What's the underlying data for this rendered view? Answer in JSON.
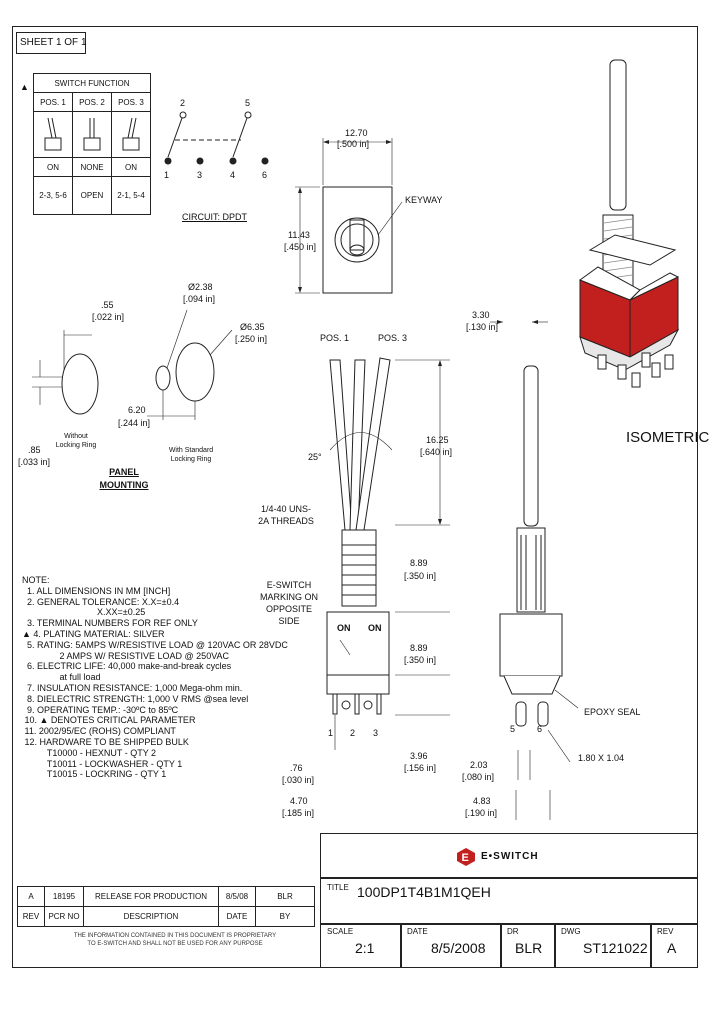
{
  "sheet": "SHEET 1 OF 1",
  "switch_function": {
    "marker": "▲",
    "title": "SWITCH FUNCTION",
    "headers": [
      "POS. 1",
      "POS. 2",
      "POS. 3"
    ],
    "states": [
      "ON",
      "NONE",
      "ON"
    ],
    "connections": [
      "2-3, 5-6",
      "OPEN",
      "2-1, 5-4"
    ]
  },
  "circuit": {
    "pins_top": [
      "2",
      "5"
    ],
    "pins_bottom": [
      "1",
      "3",
      "4",
      "6"
    ],
    "label": "CIRCUIT: DPDT"
  },
  "top_view": {
    "width_mm": "12.70",
    "width_in": "[.500 in]",
    "height_mm": "11.43",
    "height_in": "[.450 in]",
    "keyway": "KEYWAY"
  },
  "isometric_label": "ISOMETRIC",
  "panel": {
    "d1_mm": ".55",
    "d1_in": "[.022 in]",
    "d2_mm": ".85",
    "d2_in": "[.033 in]",
    "without_ring": "Without Locking Ring",
    "hole_small_mm": "Ø2.38",
    "hole_small_in": "[.094 in]",
    "hole_large_mm": "Ø6.35",
    "hole_large_in": "[.250 in]",
    "offset_mm": "6.20",
    "offset_in": "[.244 in]",
    "with_ring": "With Standard Locking Ring",
    "title": "PANEL MOUNTING"
  },
  "front_view": {
    "pos1": "POS. 1",
    "pos3": "POS. 3",
    "angle": "25°",
    "thread": "1/4-40 UNS-2A THREADS",
    "marking": "E-SWITCH MARKING ON OPPOSITE SIDE",
    "on_left": "ON",
    "on_right": "ON",
    "pins": [
      "1",
      "2",
      "3"
    ],
    "lever_mm": "16.25",
    "lever_in": "[.640 in]",
    "bushing_mm": "8.89",
    "bushing_in": "[.350 in]",
    "body_mm": "8.89",
    "body_in": "[.350 in]",
    "term_mm": "3.96",
    "term_in": "[.156 in]",
    "pitch_mm": ".76",
    "pitch_in": "[.030 in]",
    "span_mm": "4.70",
    "span_in": "[.185 in]"
  },
  "side_view": {
    "lever_dia_mm": "3.30",
    "lever_dia_in": "[.130 in]",
    "epoxy": "EPOXY SEAL",
    "term_size": "1.80 X 1.04",
    "pins": [
      "5",
      "6"
    ],
    "t1_mm": "2.03",
    "t1_in": "[.080 in]",
    "t2_mm": "4.83",
    "t2_in": "[.190 in]"
  },
  "notes": [
    "NOTE:",
    "  1. ALL DIMENSIONS IN MM [INCH]",
    "  2. GENERAL TOLERANCE: X.X=±0.4",
    "                              X.XX=±0.25",
    "  3. TERMINAL NUMBERS FOR REF ONLY",
    "▲ 4. PLATING MATERIAL: SILVER",
    "  5. RATING: 5AMPS W/RESISTIVE LOAD @ 120VAC OR 28VDC",
    "               2 AMPS W/ RESISTIVE LOAD @ 250VAC",
    "  6. ELECTRIC LIFE: 40,000 make-and-break cycles",
    "               at full load",
    "  7. INSULATION RESISTANCE: 1,000 Mega-ohm min.",
    "  8. DIELECTRIC STRENGTH: 1,000 V RMS @sea level",
    "  9. OPERATING TEMP.: -30ºC to 85ºC",
    " 10. ▲ DENOTES CRITICAL PARAMETER",
    " 11. 2002/95/EC (ROHS) COMPLIANT",
    " 12. HARDWARE TO BE SHIPPED BULK",
    "          T10000 - HEXNUT - QTY 2",
    "          T10011 - LOCKWASHER - QTY 1",
    "          T10015 - LOCKRING - QTY 1"
  ],
  "revision": {
    "row": [
      "A",
      "18195",
      "RELEASE FOR PRODUCTION",
      "8/5/08",
      "BLR"
    ],
    "headers": [
      "REV",
      "PCR NO",
      "DESCRIPTION",
      "DATE",
      "BY"
    ]
  },
  "proprietary": "THE INFORMATION CONTAINED IN THIS DOCUMENT IS PROPRIETARY TO E-SWITCH AND SHALL NOT BE USED FOR ANY PURPOSE",
  "title_block": {
    "logo": "E•SWITCH",
    "title_label": "TITLE",
    "title": "100DP1T4B1M1QEH",
    "scale_label": "SCALE",
    "scale": "2:1",
    "date_label": "DATE",
    "date": "8/5/2008",
    "dr_label": "DR",
    "dr": "BLR",
    "dwg_label": "DWG",
    "dwg": "ST121022",
    "rev_label": "REV",
    "rev": "A"
  },
  "colors": {
    "red": "#c2201e",
    "line": "#222222"
  }
}
